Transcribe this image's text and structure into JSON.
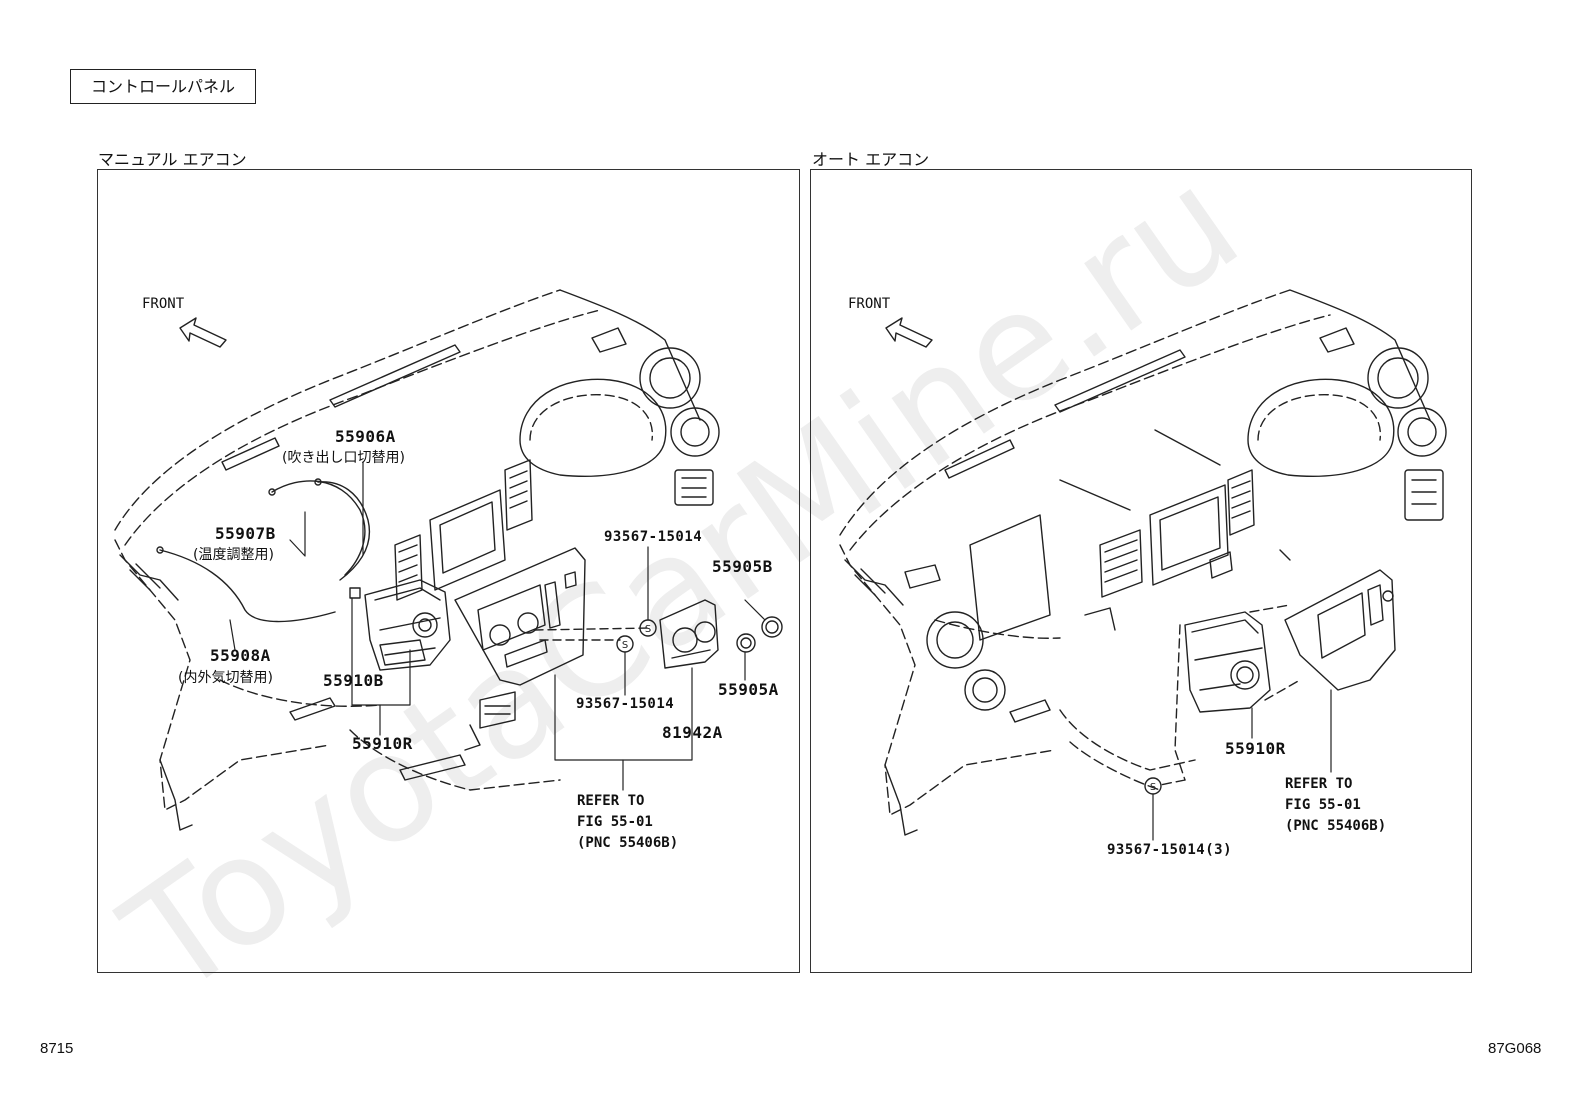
{
  "header": {
    "title": "コントロールパネル"
  },
  "panels": [
    {
      "title": "マニュアル エアコン",
      "front_label": "FRONT",
      "callouts": {
        "p55906A": "55906A",
        "p55906A_note": "(吹き出し口切替用)",
        "p55907B": "55907B",
        "p55907B_note": "(温度調整用)",
        "p55908A": "55908A",
        "p55908A_note": "(内外気切替用)",
        "p55910B": "55910B",
        "p55910R": "55910R",
        "p93567_top": "93567-15014",
        "p93567_bottom": "93567-15014",
        "p55905B": "55905B",
        "p55905A": "55905A",
        "p81942A": "81942A",
        "ref1": "REFER TO",
        "ref2": "FIG 55-01",
        "ref3": "(PNC 55406B)",
        "s_mark": "S"
      }
    },
    {
      "title": "オート エアコン",
      "front_label": "FRONT",
      "callouts": {
        "p55910R": "55910R",
        "ref1": "REFER TO",
        "ref2": "FIG 55-01",
        "ref3": "(PNC 55406B)",
        "p93567_qty": "93567-15014(3)",
        "s_mark": "S"
      }
    }
  ],
  "watermark": "ToyotaCarMine.ru",
  "footer": {
    "left": "8715",
    "right": "87G068"
  }
}
